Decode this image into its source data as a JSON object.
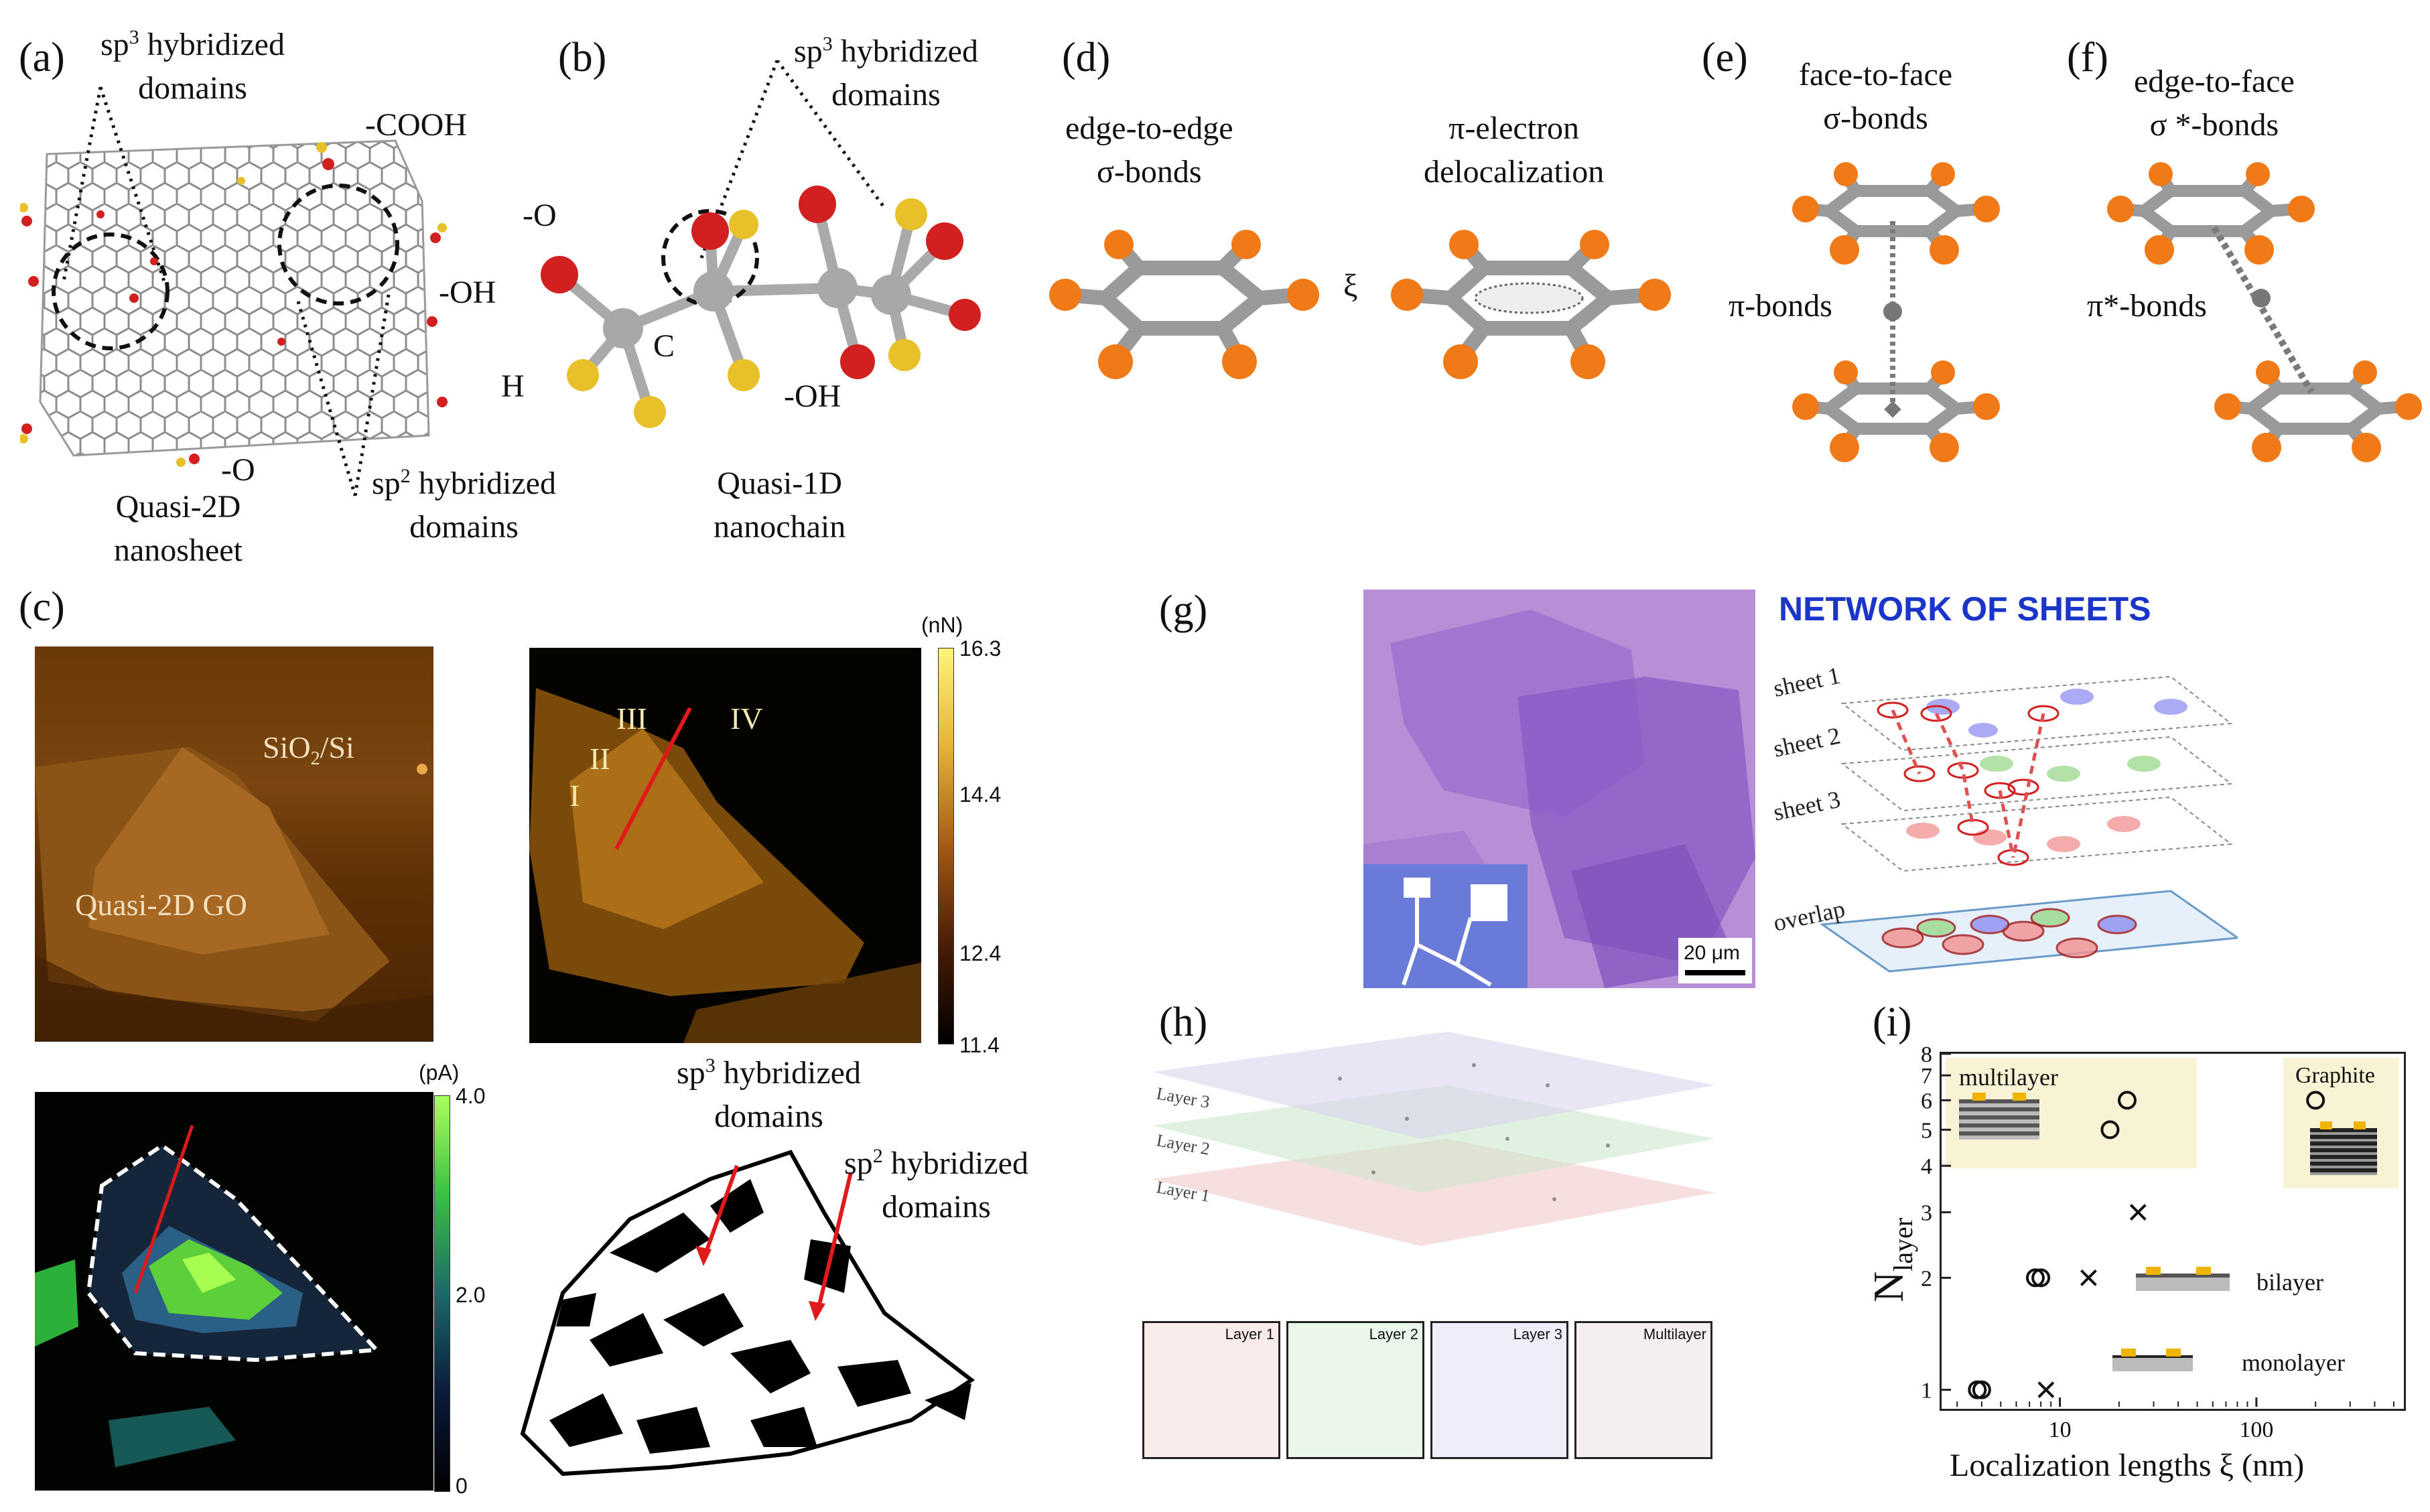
{
  "panels": {
    "a": {
      "letter": "(a)",
      "sp3_label_line1": "sp",
      "sp3_sup": "3",
      "sp3_label_rest": " hybridized",
      "sp3_label_line2": "domains",
      "cooh": "-COOH",
      "oh": "-OH",
      "o": "-O",
      "sp2_label_line1": "sp",
      "sp2_sup": "2",
      "sp2_label_rest": " hybridized",
      "sp2_label_line2": "domains",
      "caption_line1": "Quasi-2D",
      "caption_line2": "nanosheet"
    },
    "b": {
      "letter": "(b)",
      "sp3_label_line1": "sp",
      "sp3_sup": "3",
      "sp3_label_rest": " hybridized",
      "sp3_label_line2": "domains",
      "o": "-O",
      "c": "C",
      "h": "H",
      "oh": "-OH",
      "caption_line1": "Quasi-1D",
      "caption_line2": "nanochain"
    },
    "d": {
      "letter": "(d)",
      "left_line1": "edge-to-edge",
      "left_line2": "σ-bonds",
      "xi": "ξ",
      "right_line1": "π-electron",
      "right_line2": "delocalization"
    },
    "e": {
      "letter": "(e)",
      "line1": "face-to-face",
      "line2": "σ-bonds",
      "pi_bonds": "π-bonds"
    },
    "f": {
      "letter": "(f)",
      "line1": "edge-to-face",
      "line2": "σ *-bonds",
      "pi_star_bonds": "π*-bonds"
    },
    "c": {
      "letter": "(c)",
      "sio2_prefix": "SiO",
      "sio2_sub": "2",
      "sio2_suffix": "/Si",
      "quasi2d": "Quasi-2D GO",
      "force_unit": "(nN)",
      "force_ticks": [
        "16.3",
        "14.4",
        "12.4",
        "11.4"
      ],
      "roman": [
        "I",
        "II",
        "III",
        "IV"
      ],
      "current_unit": "(pA)",
      "current_ticks": [
        "4.0",
        "2.0",
        "0"
      ],
      "sp3_line1": "sp",
      "sp3_sup": "3",
      "sp3_rest": " hybridized",
      "sp3_line2": "domains",
      "sp2_line1": "sp",
      "sp2_sup": "2",
      "sp2_rest": " hybridized",
      "sp2_line2": "domains"
    },
    "g": {
      "letter": "(g)",
      "title": "NETWORK OF SHEETS",
      "scalebar": "20 μm",
      "sheets": [
        "sheet 1",
        "sheet 2",
        "sheet 3"
      ],
      "overlap": "overlap"
    },
    "h": {
      "letter": "(h)",
      "layers": [
        "Layer 3",
        "Layer 2",
        "Layer 1"
      ],
      "tiles": [
        "Layer 1",
        "Layer 2",
        "Layer 3",
        "Multilayer"
      ]
    },
    "i": {
      "letter": "(i)",
      "ylabel_main": "N",
      "ylabel_sub": "layer",
      "xlabel": "Localization lengths ξ (nm)",
      "inset_multilayer": "multilayer",
      "inset_graphite": "Graphite",
      "bilayer": "bilayer",
      "monolayer": "monolayer"
    }
  },
  "chart_data": {
    "type": "scatter",
    "xlabel": "Localization lengths ξ (nm)",
    "ylabel": "Nlayer",
    "x_scale": "log",
    "y_scale": "log",
    "xlim": [
      2.5,
      550
    ],
    "ylim": [
      0.9,
      8
    ],
    "x_ticks": [
      "10",
      "100"
    ],
    "y_ticks": [
      "1",
      "2",
      "3",
      "4",
      "5",
      "6",
      "7",
      "8"
    ],
    "series": [
      {
        "marker": "circle",
        "points": [
          [
            3.8,
            1
          ],
          [
            4.0,
            1
          ],
          [
            7.5,
            2
          ],
          [
            8.0,
            2
          ],
          [
            18,
            5
          ],
          [
            22,
            6
          ],
          [
            200,
            6
          ]
        ]
      },
      {
        "marker": "cross",
        "points": [
          [
            8.5,
            1
          ],
          [
            14,
            2
          ],
          [
            25,
            3
          ]
        ]
      }
    ]
  },
  "colors": {
    "carbon": "#9a9a9a",
    "oxygen": "#d21f1f",
    "hydrogen": "#e8c12a",
    "orange": "#f07a18",
    "network_title": "#1a35c8",
    "red_line": "#e01a1a"
  }
}
